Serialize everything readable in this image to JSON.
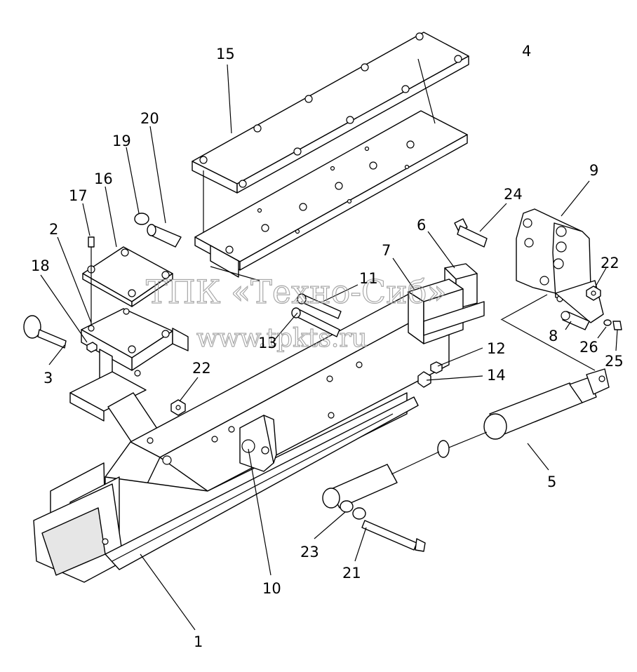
{
  "labels": {
    "l1": "1",
    "l2": "2",
    "l3": "3",
    "l4": "4",
    "l5": "5",
    "l6": "6",
    "l7": "7",
    "l8": "8",
    "l9": "9",
    "l10": "10",
    "l11": "11",
    "l12": "12",
    "l13": "13",
    "l14": "14",
    "l15": "15",
    "l16": "16",
    "l17": "17",
    "l18": "18",
    "l19": "19",
    "l20": "20",
    "l21": "21",
    "l22a": "22",
    "l22b": "22",
    "l23": "23",
    "l24": "24",
    "l25": "25",
    "l26": "26"
  },
  "watermark": {
    "line1": "ТПК «Техно-Сиб»",
    "line2": "www.tpkts.ru"
  }
}
